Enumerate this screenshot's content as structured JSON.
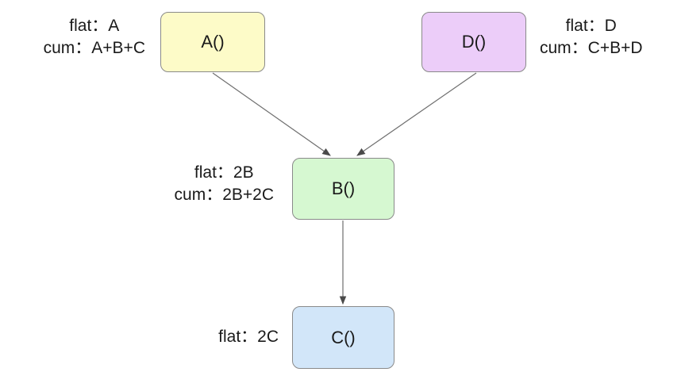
{
  "nodes": {
    "a": {
      "label": "A()",
      "fill": "#fdfbc8"
    },
    "b": {
      "label": "B()",
      "fill": "#d6f8d1"
    },
    "c": {
      "label": "C()",
      "fill": "#d2e6f9"
    },
    "d": {
      "label": "D()",
      "fill": "#eccdf9"
    }
  },
  "annotations": {
    "a": {
      "flat": "flat：A",
      "cum": "cum：A+B+C"
    },
    "b": {
      "flat": "flat：2B",
      "cum": "cum：2B+2C"
    },
    "c": {
      "flat": "flat：2C"
    },
    "d": {
      "flat": "flat：D",
      "cum": "cum：C+B+D"
    }
  },
  "edges": [
    {
      "from": "A()",
      "to": "B()"
    },
    {
      "from": "D()",
      "to": "B()"
    },
    {
      "from": "B()",
      "to": "C()"
    }
  ],
  "colors": {
    "edge": "#6f6f6f",
    "node_border": "#8a8a8a"
  }
}
